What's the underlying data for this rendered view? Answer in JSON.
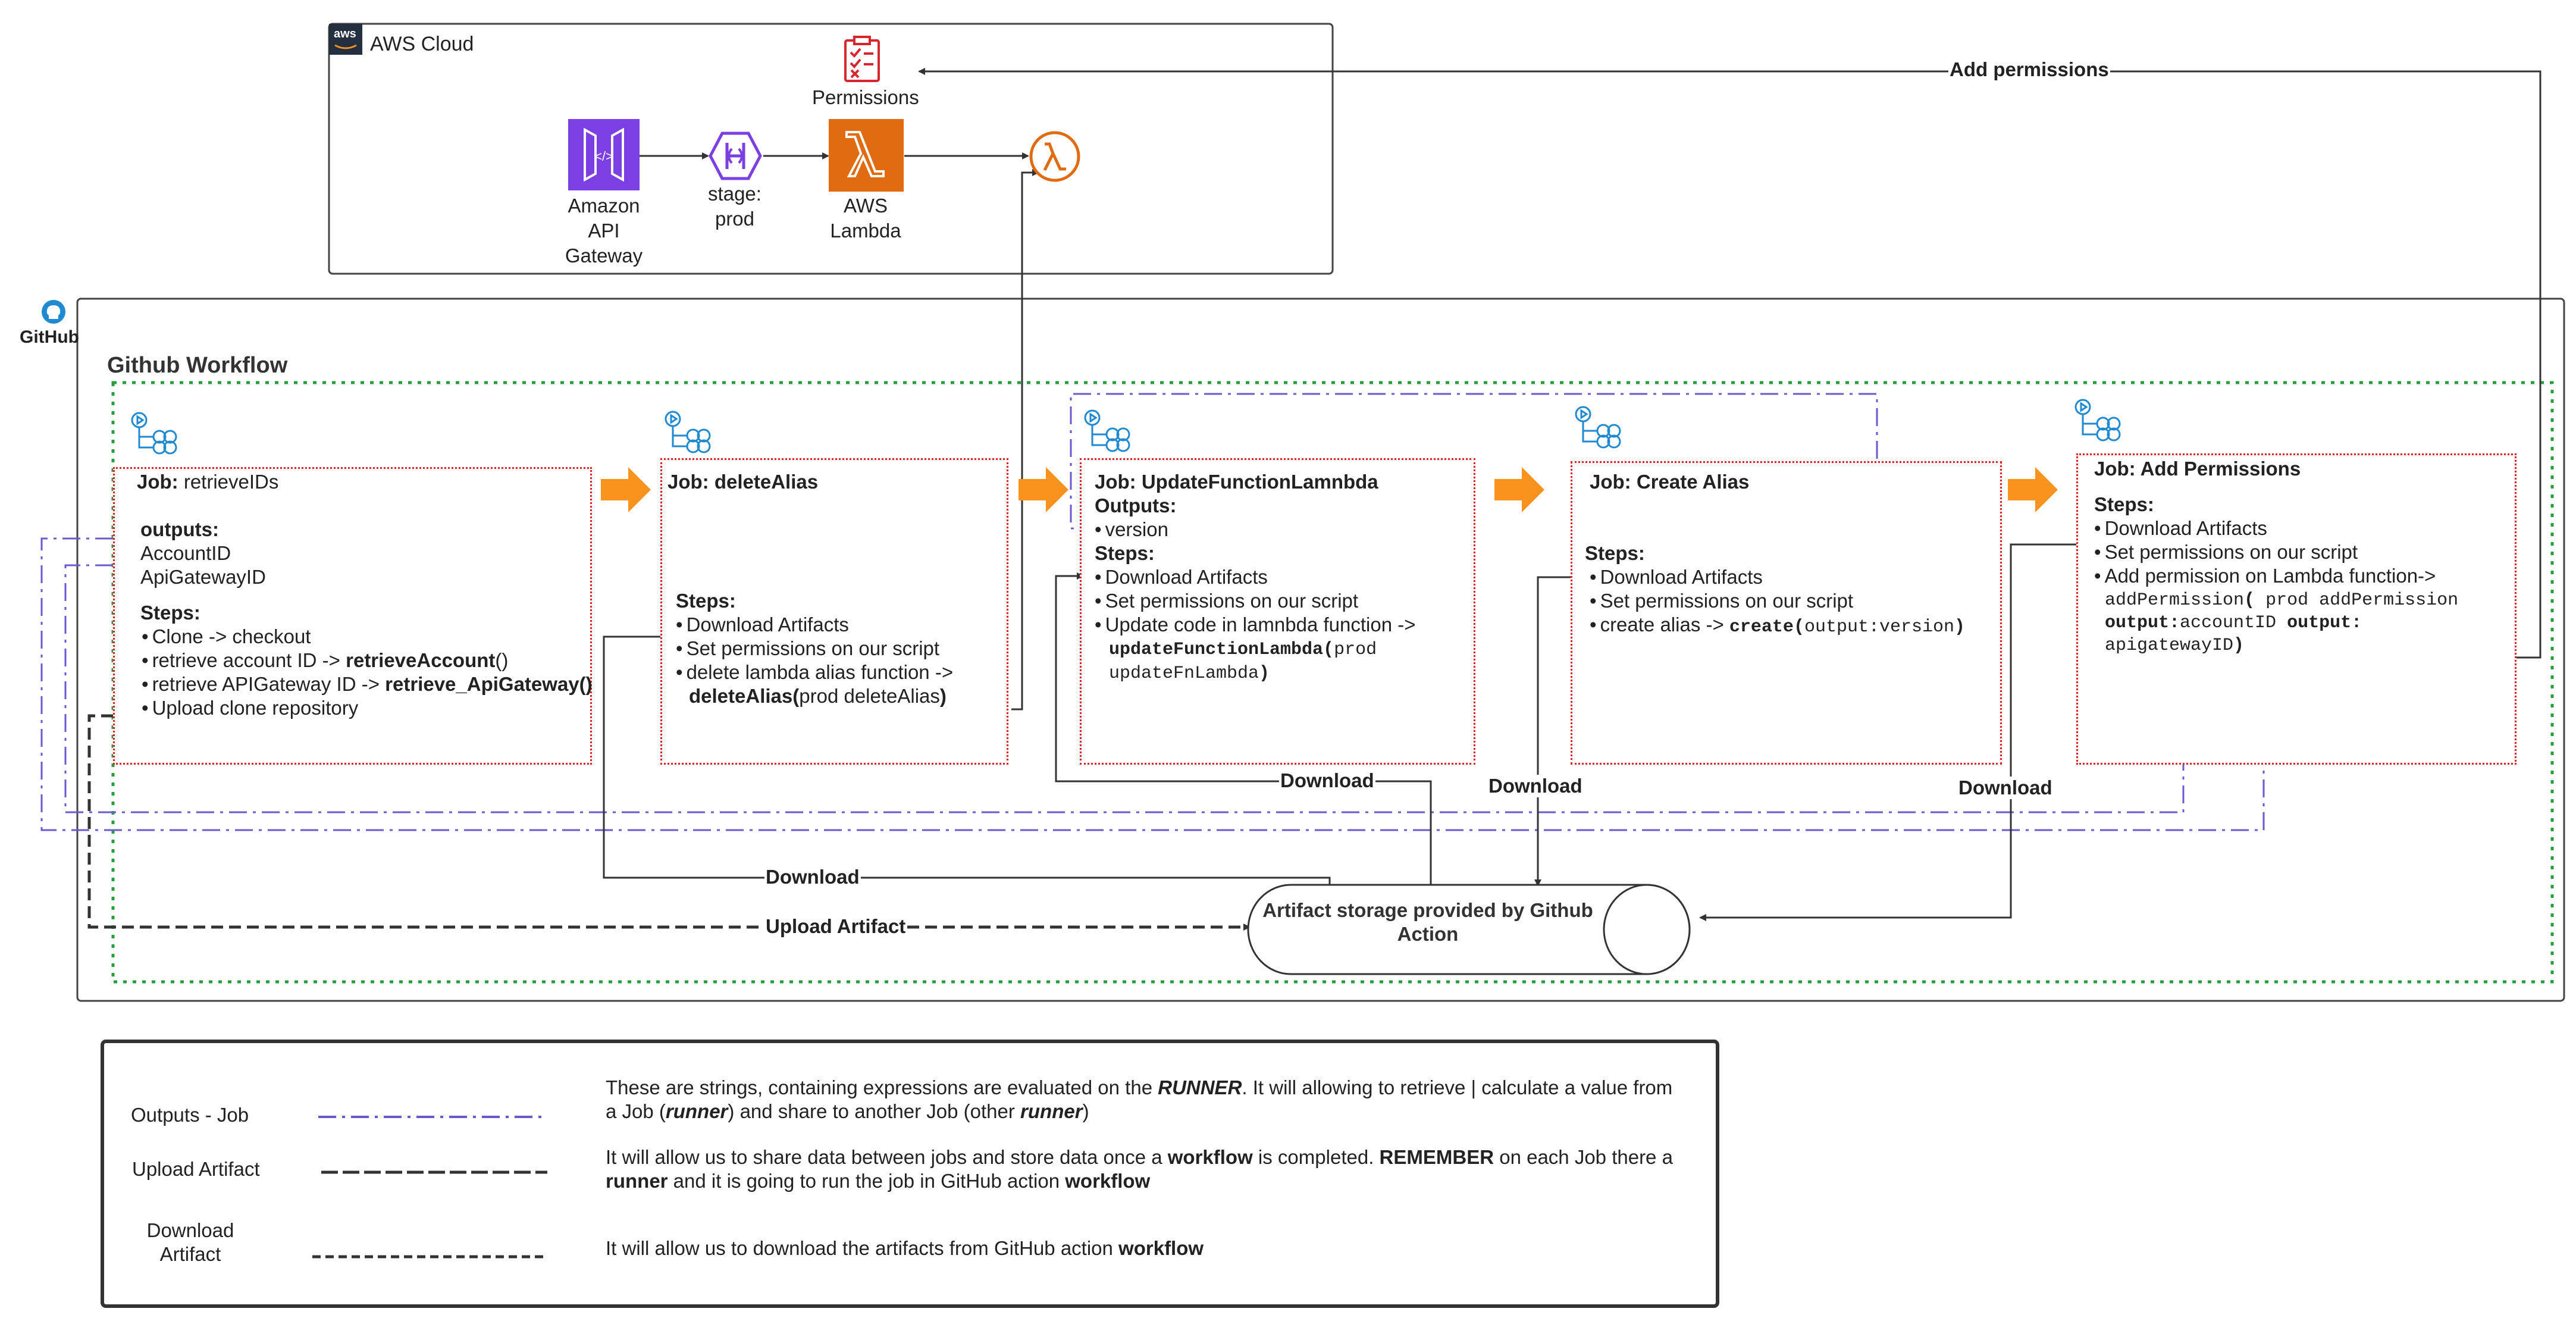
{
  "aws": {
    "cloud_label": "AWS Cloud",
    "logo_text": "aws",
    "permissions_label": "Permissions",
    "api_gateway_label": [
      "Amazon",
      "API",
      "Gateway"
    ],
    "stage_label": [
      "stage:",
      "prod"
    ],
    "lambda_label": [
      "AWS",
      "Lambda"
    ]
  },
  "github": {
    "label": "GitHub",
    "workflow_title": "Github Workflow"
  },
  "jobs": {
    "retrieve": {
      "title_bold": "Job:",
      "title_rest": " retrieveIDs",
      "outputs_label": "outputs:",
      "outputs": [
        "AccountID",
        "ApiGatewayID"
      ],
      "steps_label": "Steps:",
      "steps": [
        {
          "text": "Clone -> checkout",
          "bold": ""
        },
        {
          "text": "retrieve account ID -> ",
          "bold": "retrieveAccount",
          "tail": "()"
        },
        {
          "text": "retrieve APIGateway ID -> ",
          "bold": "retrieve_ApiGateway()",
          "tail": ""
        },
        {
          "text": "Upload clone repository",
          "bold": ""
        }
      ]
    },
    "delete": {
      "title": "Job: deleteAlias",
      "steps_label": "Steps:",
      "steps": [
        "Download Artifacts",
        "Set permissions on our script",
        "delete lambda alias function ->"
      ],
      "call_bold": "deleteAlias(",
      "call_args": "prod deleteAlias",
      "call_end": ")"
    },
    "update": {
      "title": "Job: UpdateFunctionLamnbda",
      "outputs_label": "Outputs:",
      "outputs": [
        "version"
      ],
      "steps_label": "Steps:",
      "steps": [
        "Download Artifacts",
        "Set permissions on our script",
        "Update code in lamnbda function ->"
      ],
      "call_bold": "updateFunctionLambda(",
      "call_args": "prod",
      "call_line2": "updateFnLambda",
      "call_end": ")"
    },
    "alias": {
      "title": "Job: Create Alias",
      "steps_label": "Steps:",
      "steps": [
        "Download Artifacts",
        "Set permissions on our script",
        "create alias -> "
      ],
      "call_bold": "create(",
      "call_args": "output:version",
      "call_end": ")"
    },
    "perm": {
      "title": "Job: Add Permissions",
      "steps_label": "Steps:",
      "steps": [
        "Download Artifacts",
        "Set permissions on our script",
        "Add permission on Lambda function->"
      ],
      "code_line1a": "addPermission",
      "code_line1b": "(",
      "code_line1c": " prod addPermission",
      "code_line2a": "output:",
      "code_line2b": "accountID ",
      "code_line2c": "output:",
      "code_line3": "apigatewayID",
      "code_end": ")"
    }
  },
  "storage": {
    "label": "Artifact storage provided by Github Action"
  },
  "edge_labels": {
    "add_permissions": "Add permissions",
    "download_1": "Download",
    "download_2": "Download",
    "download_3": "Download",
    "download_4": "Download",
    "upload_artifact": "Upload Artifact"
  },
  "legend": {
    "rows": [
      {
        "name": "Outputs - Job",
        "desc_line1": [
          "These are strings, containing expressions are evaluated on the ",
          "RUNNER",
          ". It will allowing to retrieve | calculate a value from"
        ],
        "desc_line2": [
          "a Job (",
          "runner",
          ") and share to another Job (other ",
          "runner",
          ")"
        ]
      },
      {
        "name": "Upload Artifact",
        "desc_line1": [
          "It will allow us to share data between jobs and store data  once a ",
          "workflow",
          " is completed.  ",
          "REMEMBER",
          " on each Job there a"
        ],
        "desc_line2": [
          "runner",
          " and it is going to run the job in GitHub action ",
          "workflow"
        ]
      },
      {
        "name_lines": [
          "Download",
          "Artifact"
        ],
        "desc_line1": [
          "It will allow us to download the artifacts from GitHub action ",
          "workflow"
        ]
      }
    ]
  },
  "colors": {
    "job_border": "#e02020",
    "workflow_border": "#2a9d3a",
    "outputs_line": "#6a5acd",
    "arrow": "#f7931e",
    "aws_purple": "#7b3fe4",
    "aws_orange": "#e06b10",
    "github_icon": "#1f8ad2"
  },
  "icons": [
    "aws-logo-icon",
    "checklist-icon",
    "api-gateway-icon",
    "stage-endpoint-icon",
    "lambda-icon",
    "lambda-function-icon",
    "github-icon",
    "workflow-icon"
  ]
}
